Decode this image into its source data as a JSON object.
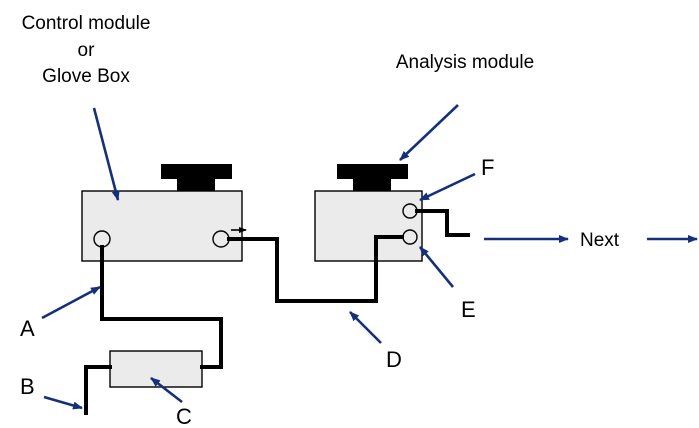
{
  "labels": {
    "control_module_line1": "Control module",
    "control_module_line2": "or",
    "control_module_line3": "Glove Box",
    "analysis_module": "Analysis module",
    "next": "Next",
    "a": "A",
    "b": "B",
    "c": "C",
    "d": "D",
    "e": "E",
    "f": "F"
  },
  "colors": {
    "pointer_arrow": "#14307a",
    "module_fill": "#ebebeb",
    "pipe": "#000000"
  },
  "icons": {
    "flow_direction": "small-right-arrow"
  }
}
